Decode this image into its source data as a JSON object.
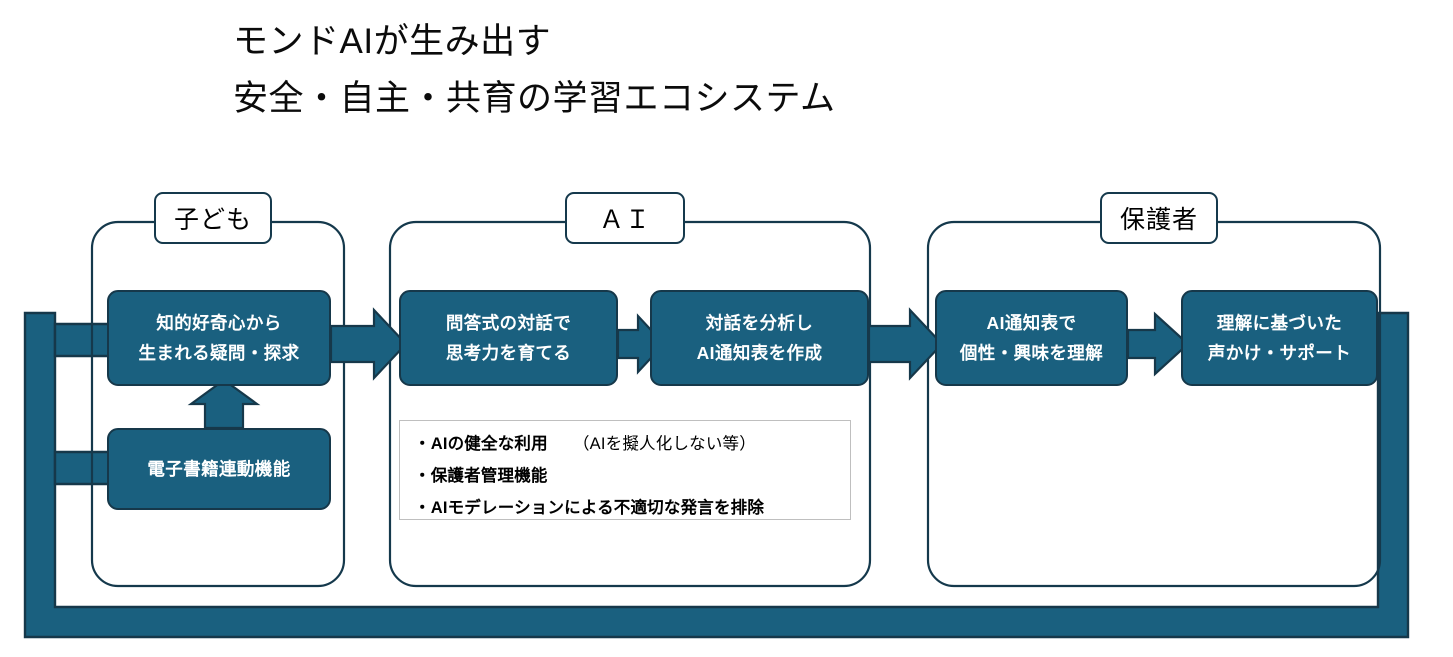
{
  "title": {
    "line1": "モンドAIが生み出す",
    "line2": "安全・自主・共育の学習エコシステム"
  },
  "colors": {
    "box_fill": "#1a607f",
    "box_border": "#16384a",
    "panel_border": "#15394c",
    "arrow_fill": "#1a607f",
    "arrow_border": "#16384a",
    "notes_border": "#bfbfbf",
    "text_on_fill": "#ffffff",
    "page_background": "#ffffff"
  },
  "groups": [
    {
      "id": "child",
      "label": "子ども",
      "boxes": [
        {
          "id": "curiosity",
          "text": "知的好奇心から\n生まれる疑問・探求"
        },
        {
          "id": "ebook-link",
          "text": "電子書籍連動機能"
        }
      ]
    },
    {
      "id": "ai",
      "label": "ＡＩ",
      "boxes": [
        {
          "id": "dialogue",
          "text": "問答式の対話で\n思考力を育てる"
        },
        {
          "id": "report-card",
          "text": "対話を分析し\nAI通知表を作成"
        }
      ],
      "notes": [
        {
          "bullet": "・",
          "bold": "AIの健全な利用",
          "soft": "　　（AIを擬人化しない等）"
        },
        {
          "bullet": "・",
          "bold": "保護者管理機能",
          "soft": ""
        },
        {
          "bullet": "・",
          "bold": "AIモデレーションによる不適切な発言を排除",
          "soft": ""
        }
      ]
    },
    {
      "id": "guardian",
      "label": "保護者",
      "boxes": [
        {
          "id": "understand",
          "text": "AI通知表で\n個性・興味を理解"
        },
        {
          "id": "support",
          "text": "理解に基づいた\n声かけ・サポート"
        }
      ]
    }
  ],
  "connectors": [
    {
      "id": "arrow-curiosity-to-dialogue",
      "kind": "arrow-right"
    },
    {
      "id": "arrow-dialogue-to-report",
      "kind": "arrow-right"
    },
    {
      "id": "arrow-report-to-understand",
      "kind": "arrow-right"
    },
    {
      "id": "arrow-understand-to-support",
      "kind": "arrow-right"
    },
    {
      "id": "arrow-ebook-to-curiosity",
      "kind": "arrow-up"
    },
    {
      "id": "feedback-loop",
      "kind": "loop-back",
      "targets": [
        "curiosity",
        "ebook-link"
      ]
    }
  ]
}
